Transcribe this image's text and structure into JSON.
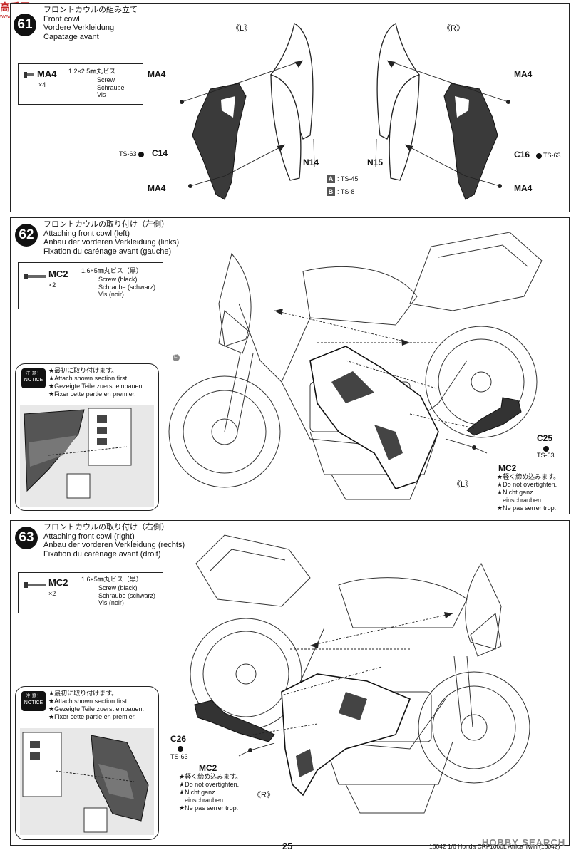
{
  "watermark_top": {
    "main": "高手网",
    "sub": "www.gaoshou.com"
  },
  "watermark_bottom": "HOBBY SEARCH",
  "footer": {
    "page": "25",
    "code": "16042  1/6 Honda CRF1000L Africa Twin (16042)"
  },
  "steps": [
    {
      "number": "61",
      "titles": [
        "フロントカウルの組み立て",
        "Front cowl",
        "Vordere Verkleidung",
        "Capatage avant"
      ],
      "part": {
        "code": "MA4",
        "qty": "×4",
        "spec_ja": "1.2×2.5㎜丸ビス",
        "spec_lines": [
          "Screw",
          "Schraube",
          "Vis"
        ]
      },
      "side_left": "《L》",
      "side_right": "《R》",
      "labels": {
        "ma4": "MA4",
        "c14": "C14",
        "c16": "C16",
        "n14": "N14",
        "n15": "N15"
      },
      "paints": {
        "ts63": "TS-63",
        "a_letter": "A",
        "a_paint": ": TS-45",
        "b_letter": "B",
        "b_paint": ": TS-8"
      }
    },
    {
      "number": "62",
      "titles": [
        "フロントカウルの取り付け（左側）",
        "Attaching front cowl (left)",
        "Anbau der vorderen Verkleidung (links)",
        "Fixation du carénage avant (gauche)"
      ],
      "part": {
        "code": "MC2",
        "qty": "×2",
        "spec_ja": "1.6×5㎜丸ビス（黒）",
        "spec_lines": [
          "Screw (black)",
          "Schraube (schwarz)",
          "Vis (noir)"
        ]
      },
      "notice": {
        "badge": "注 意！ NOTICE",
        "lines": [
          "★最初に取り付けます。",
          "★Attach shown section first.",
          "★Gezeigte Teile zuerst einbauen.",
          "★Fixer cette partie en premier."
        ]
      },
      "labels": {
        "c25": "C25",
        "ts63": "TS-63",
        "mc2": "MC2",
        "e": "E",
        "side": "《L》"
      },
      "caution": [
        "★軽く締め込みます。",
        "★Do not overtighten.",
        "★Nicht ganz",
        "einschrauben.",
        "★Ne pas serrer trop."
      ]
    },
    {
      "number": "63",
      "titles": [
        "フロントカウルの取り付け（右側）",
        "Attaching front cowl (right)",
        "Anbau der vorderen Verkleidung (rechts)",
        "Fixation du carénage avant (droit)"
      ],
      "part": {
        "code": "MC2",
        "qty": "×2",
        "spec_ja": "1.6×5㎜丸ビス（黒）",
        "spec_lines": [
          "Screw (black)",
          "Schraube (schwarz)",
          "Vis (noir)"
        ]
      },
      "notice": {
        "badge": "注 意！ NOTICE",
        "lines": [
          "★最初に取り付けます。",
          "★Attach shown section first.",
          "★Gezeigte Teile zuerst einbauen.",
          "★Fixer cette partie en premier."
        ]
      },
      "labels": {
        "c26": "C26",
        "ts63": "TS-63",
        "mc2": "MC2",
        "side": "《R》"
      },
      "caution": [
        "★軽く締め込みます。",
        "★Do not overtighten.",
        "★Nicht ganz",
        "einschrauben.",
        "★Ne pas serrer trop."
      ]
    }
  ]
}
